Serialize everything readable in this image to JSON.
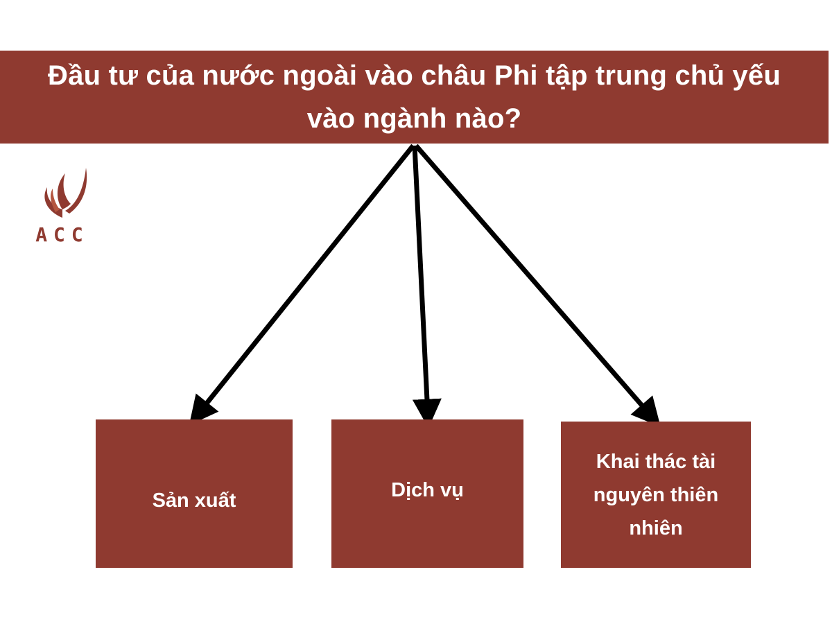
{
  "title": "Đầu tư của nước ngoài vào châu Phi tập trung chủ yếu vào ngành nào?",
  "logo": {
    "text": "ACC",
    "icon": "flame-leaf-icon"
  },
  "options": [
    {
      "label": "Sản xuất"
    },
    {
      "label": "Dịch vụ"
    },
    {
      "label": "Khai thác tài nguyên thiên nhiên"
    }
  ],
  "colors": {
    "brand": "#8f3a30",
    "arrow": "#000000",
    "text_on_brand": "#ffffff",
    "background": "#ffffff"
  }
}
